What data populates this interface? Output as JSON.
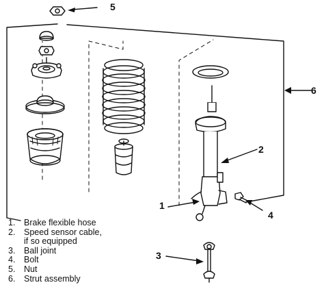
{
  "callouts": {
    "c1": "1",
    "c2": "2",
    "c3": "3",
    "c4": "4",
    "c5": "5",
    "c6": "6"
  },
  "legend": {
    "items": [
      {
        "num": "1.",
        "label": "Brake flexible hose"
      },
      {
        "num": "2.",
        "label": "Speed sensor cable,"
      },
      {
        "num": "",
        "label": "if so equipped"
      },
      {
        "num": "3.",
        "label": "Ball joint"
      },
      {
        "num": "4.",
        "label": "Bolt"
      },
      {
        "num": "5.",
        "label": "Nut"
      },
      {
        "num": "6.",
        "label": "Strut assembly"
      }
    ]
  },
  "colors": {
    "ink": "#111111",
    "paper": "#ffffff"
  }
}
